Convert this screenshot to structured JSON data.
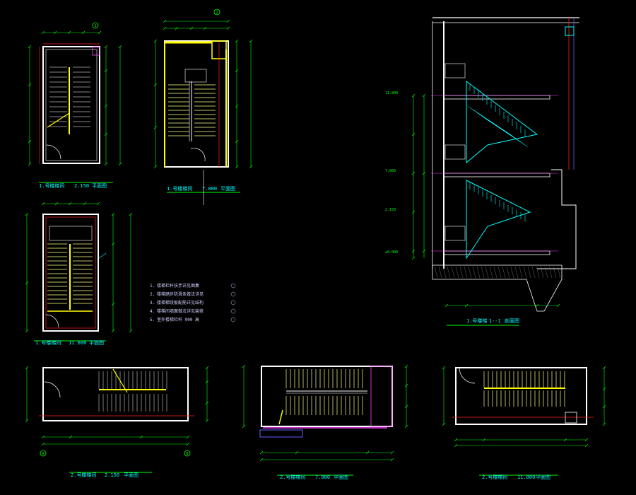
{
  "colors": {
    "background": "#000000",
    "wall": "#ffffff",
    "dimension": "#00ff00",
    "stair": "#ffff80",
    "handrail": "#ffff00",
    "axis": "#ff2020",
    "section_hatch": "#00ffff",
    "magenta": "#ff40ff",
    "blue": "#6060ff",
    "label_text": "#00ffff"
  },
  "titles": {
    "plan1_low": {
      "name": "1.号楼梯间",
      "elev": "2.150",
      "suffix": "平面图"
    },
    "plan1_mid": {
      "name": "1.号楼梯间",
      "elev": "7.000",
      "suffix": "平面图"
    },
    "plan1_top": {
      "name": "1.号楼梯间",
      "elev": "11.600",
      "suffix": "平面图"
    },
    "section": {
      "name": "1.号楼梯",
      "elev": "1--1",
      "suffix": "剖面图"
    },
    "plan2_low": {
      "name": "2.号楼梯间",
      "elev": "2.150",
      "suffix": "平面图"
    },
    "plan2_mid": {
      "name": "2.号楼梯间",
      "elev": "7.000",
      "suffix": "平面图"
    },
    "plan2_top": {
      "name": "2.号楼梯间",
      "elev": "11.800",
      "suffix": "平面图"
    }
  },
  "notes": [
    {
      "num": "1.",
      "text": "楼梯栏杆扶手详见图集"
    },
    {
      "num": "2.",
      "text": "楼梯踏步防滑条做法详见"
    },
    {
      "num": "3.",
      "text": "楼梯梯段板配筋详见结构"
    },
    {
      "num": "4.",
      "text": "楼梯间墙面做法详见装修"
    },
    {
      "num": "5.",
      "text": "室外楼梯栏杆 900 高"
    }
  ],
  "section_levels": [
    "11.800",
    "7.000",
    "2.150",
    "±0.000"
  ],
  "axis_labels": [
    "1",
    "2",
    "A",
    "B"
  ]
}
